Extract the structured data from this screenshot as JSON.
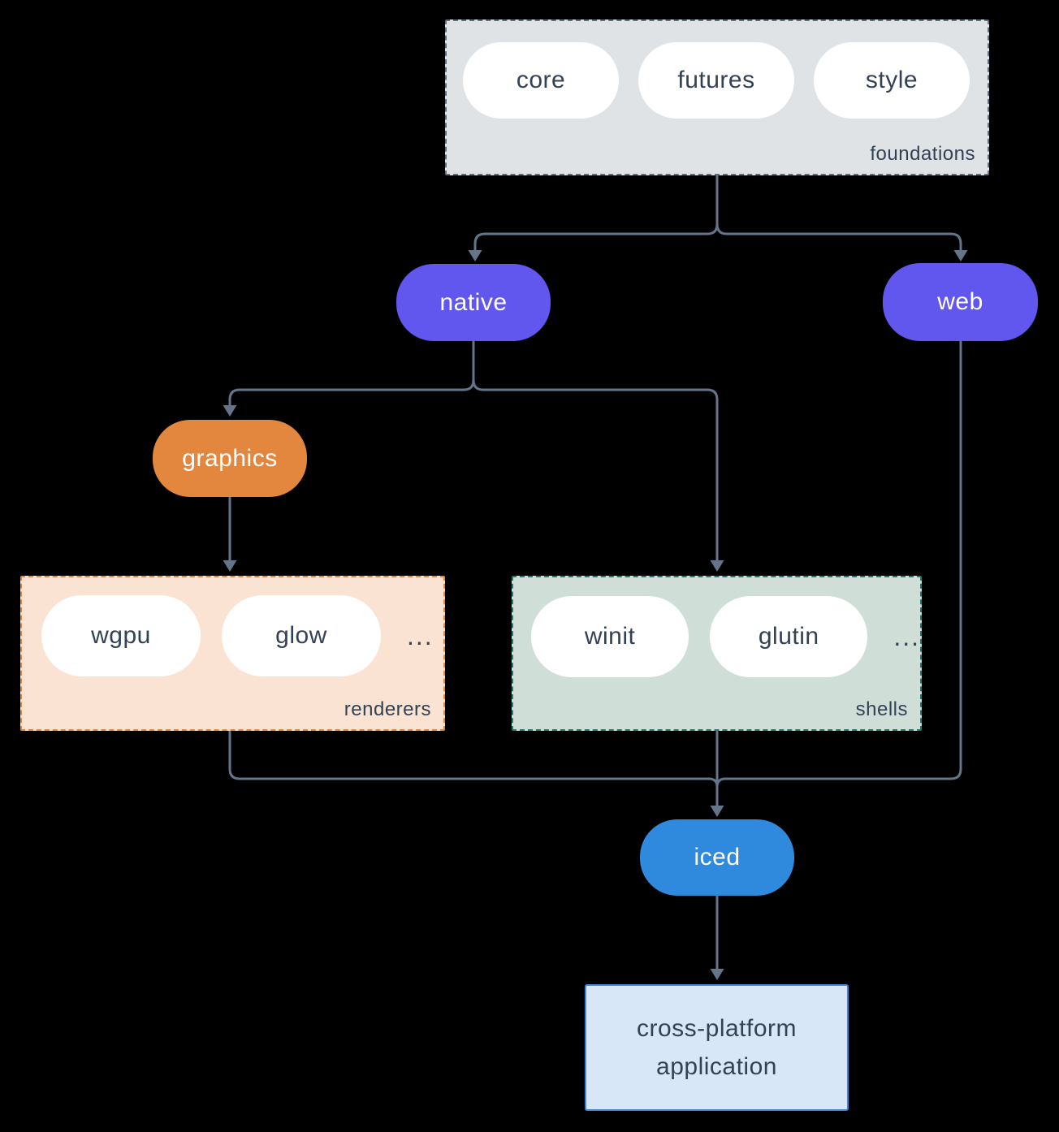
{
  "colors": {
    "background": "#000000",
    "connector": "#64748b",
    "foundations_fill": "#dfe3e6",
    "foundations_border": "#5f6f80",
    "pill_fill": "#ffffff",
    "dark_text": "#334155",
    "native_web_purple": "#6156ee",
    "graphics_orange": "#e2873d",
    "renderers_fill": "#fae3d3",
    "shells_fill": "#cfdfd8",
    "shells_border": "#26796a",
    "iced_blue": "#2f89dd",
    "app_fill": "#d7e7f8",
    "app_border": "#3f86db"
  },
  "nodes": {
    "foundations": {
      "label": "foundations",
      "pills": [
        "core",
        "futures",
        "style"
      ]
    },
    "native": {
      "label": "native"
    },
    "web": {
      "label": "web"
    },
    "graphics": {
      "label": "graphics"
    },
    "renderers": {
      "label": "renderers",
      "pills": [
        "wgpu",
        "glow"
      ],
      "ellipsis": "..."
    },
    "shells": {
      "label": "shells",
      "pills": [
        "winit",
        "glutin"
      ],
      "ellipsis": "..."
    },
    "iced": {
      "label": "iced"
    },
    "application": {
      "line1": "cross-platform",
      "line2": "application"
    }
  }
}
